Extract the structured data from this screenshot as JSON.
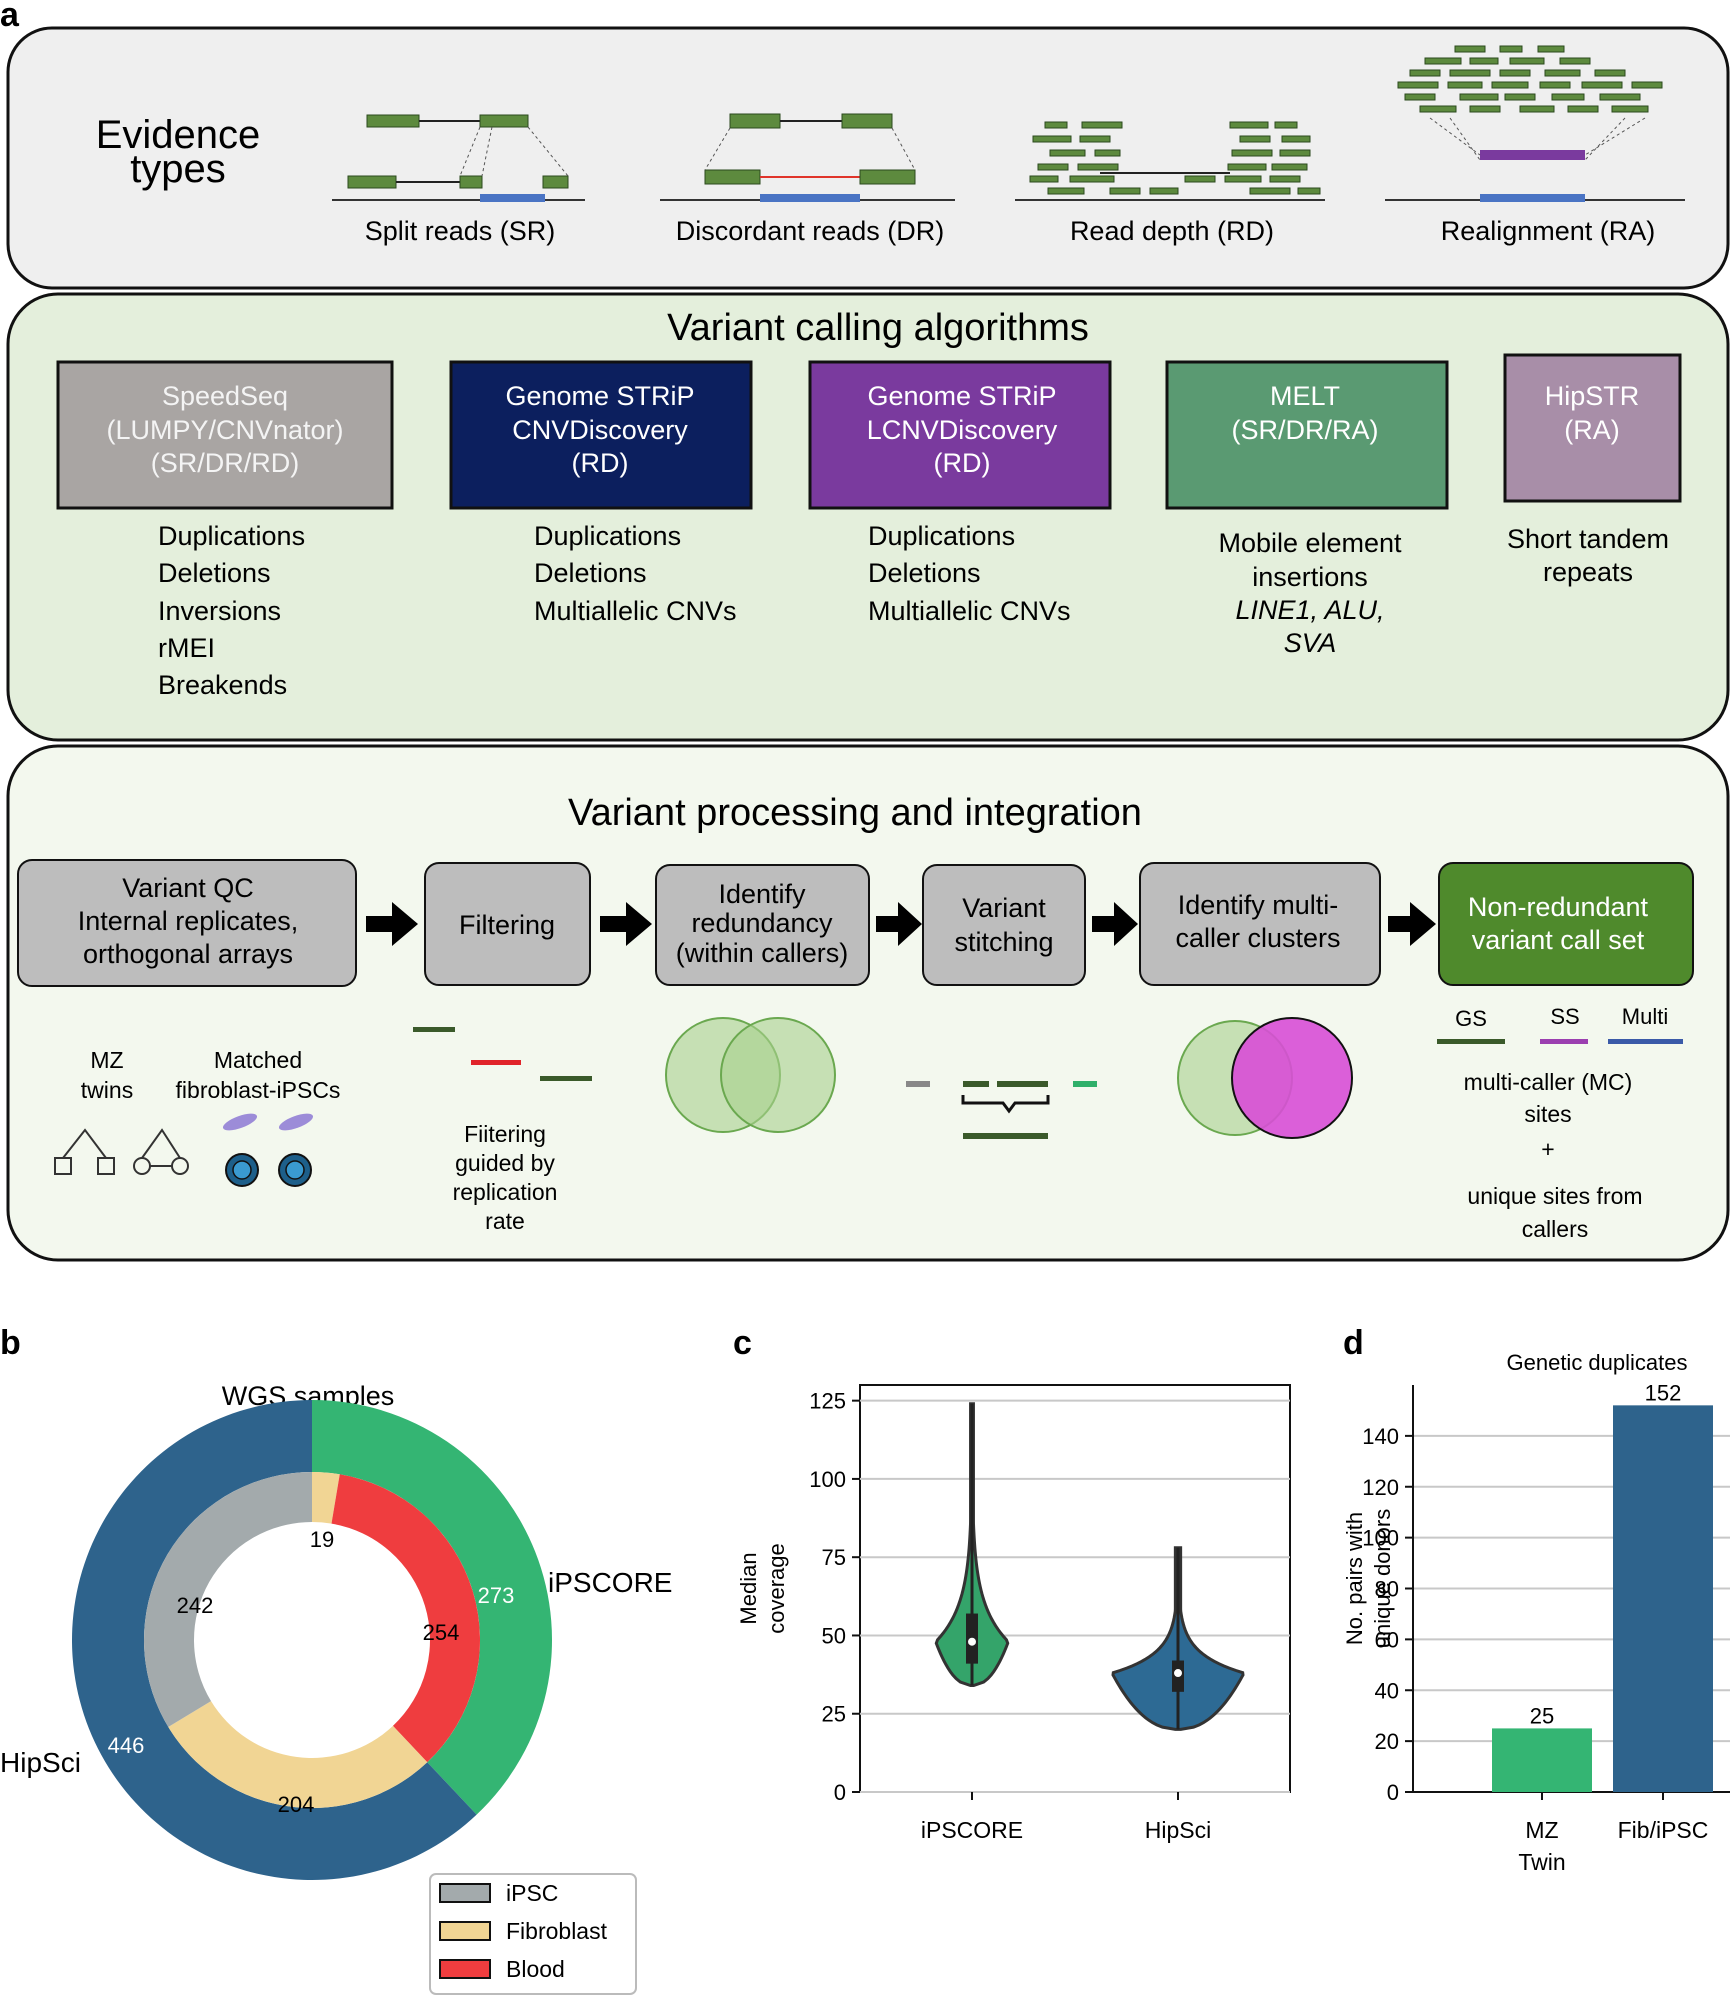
{
  "panel_labels": {
    "a": "a",
    "b": "b",
    "c": "c",
    "d": "d"
  },
  "evidence": {
    "title_line1": "Evidence",
    "title_line2": "types",
    "items": [
      {
        "label": "Split reads (SR)"
      },
      {
        "label": "Discordant reads (DR)"
      },
      {
        "label": "Read depth (RD)"
      },
      {
        "label": "Realignment (RA)"
      }
    ]
  },
  "callers": {
    "title": "Variant calling algorithms",
    "items": [
      {
        "name_lines": [
          "SpeedSeq",
          "(LUMPY/CNVnator)",
          "(SR/DR/RD)"
        ],
        "color": "#a9a5a3",
        "text_color": "#f2f2f2",
        "variants": [
          "Duplications",
          "Deletions",
          "Inversions",
          "rMEI",
          "Breakends"
        ]
      },
      {
        "name_lines": [
          "Genome STRiP",
          "CNVDiscovery",
          "(RD)"
        ],
        "color": "#0c1f5e",
        "text_color": "#ffffff",
        "variants": [
          "Duplications",
          "Deletions",
          "Multiallelic CNVs"
        ]
      },
      {
        "name_lines": [
          "Genome STRiP",
          "LCNVDiscovery",
          "(RD)"
        ],
        "color": "#7a3a9e",
        "text_color": "#ffffff",
        "variants": [
          "Duplications",
          "Deletions",
          "Multiallelic CNVs"
        ]
      },
      {
        "name_lines": [
          "MELT",
          "(SR/DR/RA)"
        ],
        "color": "#5a9a72",
        "text_color": "#ffffff",
        "variants": [
          "Mobile element",
          "insertions",
          "LINE1, ALU,",
          "SVA"
        ]
      },
      {
        "name_lines": [
          "HipSTR",
          "(RA)"
        ],
        "color": "#a88ea8",
        "text_color": "#ffffff",
        "variants": [
          "Short tandem",
          "repeats"
        ]
      }
    ]
  },
  "processing": {
    "title": "Variant processing and integration",
    "steps": [
      {
        "lines": [
          "Variant QC",
          "Internal replicates,",
          "orthogonal arrays"
        ]
      },
      {
        "lines": [
          "Filtering"
        ]
      },
      {
        "lines": [
          "Identify",
          "redundancy",
          "(within callers)"
        ]
      },
      {
        "lines": [
          "Variant",
          "stitching"
        ]
      },
      {
        "lines": [
          "Identify multi-",
          "caller clusters"
        ]
      },
      {
        "lines": [
          "Non-redundant",
          "variant call set"
        ]
      }
    ],
    "qc": {
      "mz_line1": "MZ",
      "mz_line2": "twins",
      "matched_line1": "Matched",
      "matched_line2": "fibroblast-iPSCs"
    },
    "filter_note": [
      "Fiitering",
      "guided by",
      "replication",
      "rate"
    ],
    "legend": [
      {
        "label": "GS",
        "color": "#3a5a2a"
      },
      {
        "label": "SS",
        "color": "#9b3fb0"
      },
      {
        "label": "Multi",
        "color": "#3a5aa8"
      }
    ],
    "final_note": [
      "multi-caller (MC)",
      "sites",
      "+",
      "unique sites from",
      "callers"
    ]
  },
  "donut": {
    "title": "WGS samples",
    "outer": [
      {
        "name": "iPSCORE",
        "value": 273,
        "color": "#34b573"
      },
      {
        "name": "HipSci",
        "value": 446,
        "color": "#2e638c"
      }
    ],
    "inner": [
      {
        "value": 19,
        "color": "#f1d594"
      },
      {
        "value": 254,
        "color": "#ef3d3f"
      },
      {
        "value": 204,
        "color": "#f1d594"
      },
      {
        "value": 242,
        "color": "#a3aaac"
      }
    ],
    "legend": [
      {
        "label": "iPSC",
        "color": "#a3aaac"
      },
      {
        "label": "Fibroblast",
        "color": "#f1d594"
      },
      {
        "label": "Blood",
        "color": "#ef3d3f"
      }
    ]
  },
  "chart_data": [
    {
      "type": "violin",
      "ylabel": "Median coverage",
      "ylim": [
        0,
        130
      ],
      "yticks": [
        0,
        25,
        50,
        75,
        100,
        125
      ],
      "categories": [
        "iPSCORE",
        "HipSci"
      ],
      "colors": [
        "#34a46a",
        "#2d6a94"
      ],
      "series": [
        {
          "name": "iPSCORE",
          "min": 34,
          "q1": 41,
          "median": 48,
          "q3": 57,
          "max": 124,
          "color": "#34a46a"
        },
        {
          "name": "HipSci",
          "min": 20,
          "q1": 32,
          "median": 38,
          "q3": 42,
          "max": 78,
          "color": "#2d6a94"
        }
      ],
      "grid": true
    },
    {
      "type": "bar",
      "title": "Genetic duplicates",
      "ylabel": "No. pairs with unique donors",
      "ylim": [
        0,
        160
      ],
      "yticks": [
        0,
        20,
        40,
        60,
        80,
        100,
        120,
        140
      ],
      "categories": [
        "MZ Twin",
        "Fib/iPSC"
      ],
      "values": [
        25,
        152
      ],
      "colors": [
        "#34b573",
        "#2e638c"
      ],
      "grid": true
    }
  ]
}
